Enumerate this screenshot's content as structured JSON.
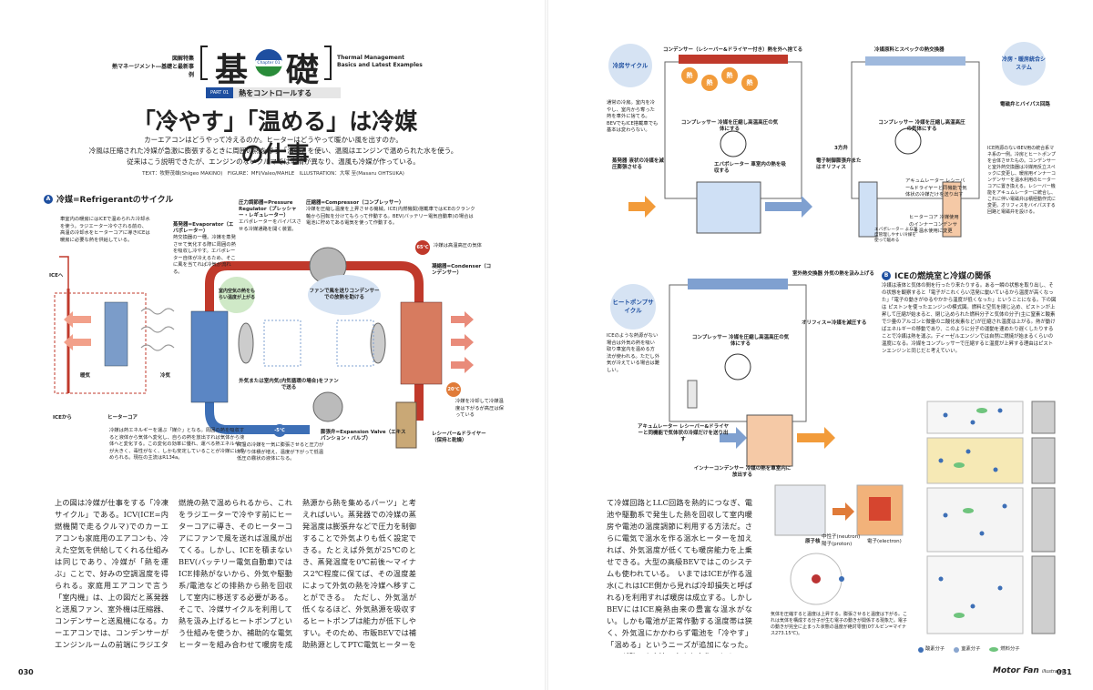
{
  "header": {
    "kicker_line1": "図解特集",
    "kicker_line2": "熱マネージメント―基礎と最新事例",
    "title_char1": "基",
    "title_char2": "礎",
    "chapter": "Chapter 01",
    "subtitle_en_line1": "Thermal Management",
    "subtitle_en_line2": "Basics and Latest Examples",
    "part_tag": "PART 01",
    "part_text": "熱をコントロールする",
    "headline": "「冷やす」「温める」は冷媒の仕事",
    "lead_line1": "カーエアコンはどうやって冷えるのか。ヒーターはどうやって暖かい風を出すのか。",
    "lead_line2": "冷風は圧縮された冷媒が急激に膨張するときに周囲の熱を奪う「潜熱」を使い、温風はエンジンで温められた水を使う。",
    "lead_line3": "従来はこう説明できたが、エンジンのないクルマでは事情が異なり、温風も冷媒が作っている。",
    "credit": "TEXT：牧野茂雄(Shigeo MAKINO)　FIGURE：MFI/Valeo/MAHLE　ILLUSTRATION：大塚 至(Masaru OHTSUKA)"
  },
  "section_a": {
    "icon": "A",
    "title": "冷媒=Refrigerantのサイクル",
    "note_heatercore": "車室内の暖房にはICEで温められた冷却水を使う。ラジエーター冷やされる前の、高温の冷却水をヒーターコアに導きICEは暖房に必要な熱を供給している。",
    "label_ice_to": "ICEへ",
    "label_ice_from": "ICEから",
    "label_heatercore": "ヒーターコア",
    "label_warm": "暖気",
    "label_cold": "冷気",
    "evap_title": "蒸発器=Evaporator（エバポレーター）",
    "evap_note": "熱交換器の一種。冷媒を蒸発させて気化する際に周囲の熱を吸収し冷やす。エバポレーター自体が冷えるため、そこに風を当てれば冷気が流れる。",
    "prv_title": "圧力調節器=Pressure Regulator（プレッシャー・レギュレーター）",
    "prv_note": "エバポレーターをバイパスさせる冷媒通路を開く装置。",
    "comp_title": "圧縮器=Compressor（コンプレッサー）",
    "comp_note": "冷媒を圧縮し温度を上昇させる機械。ICE(内燃機関)搭載車ではICEのクランク軸から回転を分けてもらって作動する。BEV(バッテリー電気自動車)の場合は電池に貯めてある電気を使って作動する。",
    "temp_65": "65℃",
    "temp_65_note": "冷媒は高温高圧の気体",
    "cond_title": "凝縮器=Condenser（コンデンサー）",
    "bubble_room": "室内空気の熱をもらい温度が上がる",
    "bubble_fan": "ファンで風を送りコンデンサーでの放熱を助ける",
    "outside_air": "外気または室内気(内気循環の場合)をファンで送る",
    "temp_20": "20℃",
    "temp_20_note": "冷媒を冷却して冷媒温度は下がるが高圧は保っている",
    "temp_m5": "-5℃",
    "temp_m5_note": "高温の冷媒を一気に膨張させると圧力が下がり体積が増え、温度が下がって低温低圧の霧状の液体になる。",
    "exp_title": "膨張弁=Expansion Valve（エキスパンション・バルブ）",
    "receiver_title": "レシーバー&ドライヤー（保持と乾燥）",
    "refrigerant_note": "冷媒は熱エネルギーを運ぶ「媒介」となる。周囲の熱を吸収すると液体から気体へ変化し、自らの熱を放出すれば気体から液体へと変化する。この変化の効率に優れ、運べる熱エネルギーが大きく、毒性がなく、しかも安定していることが冷媒には求められる。現在の主流はR134a。"
  },
  "cooling": {
    "badge": "冷房サイクル",
    "condenser": "コンデンサー（レシーバー&ドライヤー付き）熱を外へ捨てる",
    "compressor": "コンプレッサー 冷媒を圧縮し高温高圧の気体にする",
    "note": "通常の冷房。室内を冷やし、室内から奪った熱を車外に捨てる。BEVでもICE搭載車でも基本は変わらない。",
    "evaporator": "エバポレーター 車室内の熱を吸収する",
    "valve": "蒸発器 液状の冷媒を減圧膨張させる",
    "heat": "熱"
  },
  "integrated": {
    "badge": "冷房・暖房統合システム",
    "top": "冷媒原料とスペックの熱交換器",
    "compressor": "コンプレッサー 冷媒を圧縮し高温高圧の気体にする",
    "valve_label": "電磁弁とバイパス回路",
    "threeway": "3方弁",
    "expansion": "電子制御膨張弁またはオリフィス",
    "accum": "アキュムレーター レシーバー&ドライヤーと同機能で気体状の冷媒だけを送り出す",
    "evap_vertical": "エバポレーター より温度管理しやすい冷媒を使って暖める",
    "heatercore": "ヒーターコア 冷媒使用のインナーコンデンサーを温水使用に変更",
    "note": "ICE熱源のないBEV用の統合系マネ系の一例。冷房とヒートポンプを合体させたもの。コンデンサーと室外熱交換器は冷媒用反立スペックに変更し、暖房用インナーコンデンサーを温水利用のヒーターコアに置き換える。レシーバー機能をアキュムレーターに統合し、これに伴い電磁弁は積極動作式に変更。オリフィスをバイパスする回路と電磁弁を設ける。"
  },
  "heatpump": {
    "badge": "ヒートポンプサイクル",
    "top": "室外熱交換器 外気の熱を汲み上げる",
    "orifice": "オリフィス＝冷媒を減圧する",
    "compressor": "コンプレッサー 冷媒を圧縮し高温高圧の気体にする",
    "accum": "アキュムレーター レシーバー&ドライヤーと同機能で気体状の冷媒だけを送り出す",
    "inner": "インナーコンデンサー 冷媒の熱を車室内に放出する",
    "note": "ICEのような熱源がない場合は外気の熱を吸い取り車室内を温める方法が使われる。ただし外気が冷えている場合は難しい。"
  },
  "section_b": {
    "icon": "B",
    "title": "ICEの燃焼室と冷媒の関係",
    "text": "冷媒は液体と気体の間を行ったり来たりする。ある一瞬の状態を取り出し、その状態を観察すると「電子がこれくらい活発に動いているから温度が高くなった」「電子の動きがゆるやかから温度が低くなった」ということになる。下の図は ピストンを使ったエンジンの模式図。燃料と空気を閉じ込め、ピストンが上昇して圧縮が始まると、閉じ込められた燃料分子と気体の分子(主に窒素と酸素で少量のアルゴンと微量の二酸化炭素など)が圧縮され温度は上がる。熱が動けばエネルギーの移動であり、このように分子の運動を速めたり遅くしたりすることで冷媒は熱を運ぶ。ディーゼルエンジンでは自然に燃焼が始まるくらいの温度になる。冷媒をコンプレッサーで圧縮すると温度が上昇する理由はピストンエンジンと同じだと考えていい。",
    "labels": {
      "nucleus": "原子核",
      "neutron": "中性子(neutron)",
      "proton": "陽子(proton)",
      "electron": "電子(electron)"
    },
    "caption": "気体を圧縮すると温度は上昇する。膨張させると温度は下がる。これは気体を構成する分子が生む電子の動きが関係する現象だ。電子の動きが完全に止まった状態の温度が絶対零度(0ケルビン=マイナス273.15℃)。",
    "legend": {
      "o2": "酸素分子",
      "n2": "窒素分子",
      "fuel": "燃料分子"
    }
  },
  "body": {
    "col1": "上の図は冷媒が仕事をする「冷凍サイクル」である。ICV(ICE=内燃機関で走るクルマ)でのカーエアコンも家庭用のエアコンも、冷えた空気を供給してくれる仕組みは同じであり、冷媒が「熱を運ぶ」ことで、好みの空調温度を得られる。家庭用エアコンで言う「室内機」は、上の図だと蒸発器と送風ファン、室外機は圧縮器、コンデンサーと送風機になる。カーエアコンでは、コンデンサーがエンジンルームの前端にラジエターと一緒に配置され、ICE回転をベルトで分けてもらい作動するコンプレッサーはICEのすぐそばに置かれる。　問題はヒーターだ。ICVではICE用冷却水が",
    "col2": "燃焼の熱で温められるから、これをラジエーターで冷やす前にヒーターコアに導き、そのヒーターコアにファンで風を送れば温風が出てくる。しかし、ICEを積まないBEV(バッテリー電気自動車)ではICE排熱がないから、外気や駆動系/電池などの排熱から熱を回収して室内に移送する必要がある。そこで、冷媒サイクルを利用して熱を汲み上げるヒートポンプという仕組みを使うか、補助的な電気ヒーターを組み合わせて暖房を成立させる。　上の図は冷媒を循環させて熱を運ばせる「冷凍サイクル」だが、ヒートポンプとして見ることもできる。その場合は蒸発機を「外気または",
    "col3": "熱源から熱を集めるパーツ」と考えればいい。蒸発器での冷媒の蒸発温度は膨張弁などで圧力を制御することで外気よりも低く設定できる。たとえば外気が25℃のとき、蒸発温度を0℃前後～マイナス2℃程度に保てば、その温度差によって外気の熱を冷媒へ移すことができる。　ただし、外気温が低くなるほど、外気熱源を吸収するヒートポンプは能力が低下しやすい。そのため、市販BEVでは補助熱源としてPTC電気ヒーターを併用し、送風空気を直接加熱して暖房能力を確保する方式が広く使われる。　もうひとつ、水加熱方式がある。冷媒―LLC間熱交換器(水冷コンデンサーやチラー)を介し",
    "col4": "て冷媒回路とLLC回路を熱的につなぎ、電池や駆動系で発生した熱を回収して室内暖房や電池の温度調節に利用する方法だ。さらに電気で温水を作る温水ヒーターを加えれば、外気温度が低くても暖房能力を上乗せできる。大型の高級BEVではこのシステムも使われている。　いまではICEが作る温水(これはICE側から見れば冷却損失と呼ばれる)を利用すれば暖房は成立する。しかしBEVにはICE廃熱由来の豊富な温水がない。しかも電池が正常作動する温度帯は狭く、外気温にかかわらず電池を「冷やす」「温める」というニーズが追加になった。ここが熱マネ事情の大きな変化である。"
  },
  "footer": {
    "page_left": "030",
    "page_right": "031",
    "logo": "Motor Fan",
    "logo_sub": "illustrated"
  },
  "colors": {
    "hot": "#c0392b",
    "cold": "#3d6fb6",
    "accent_blue": "#1e4fa0",
    "heat_orange": "#f29b3a"
  }
}
